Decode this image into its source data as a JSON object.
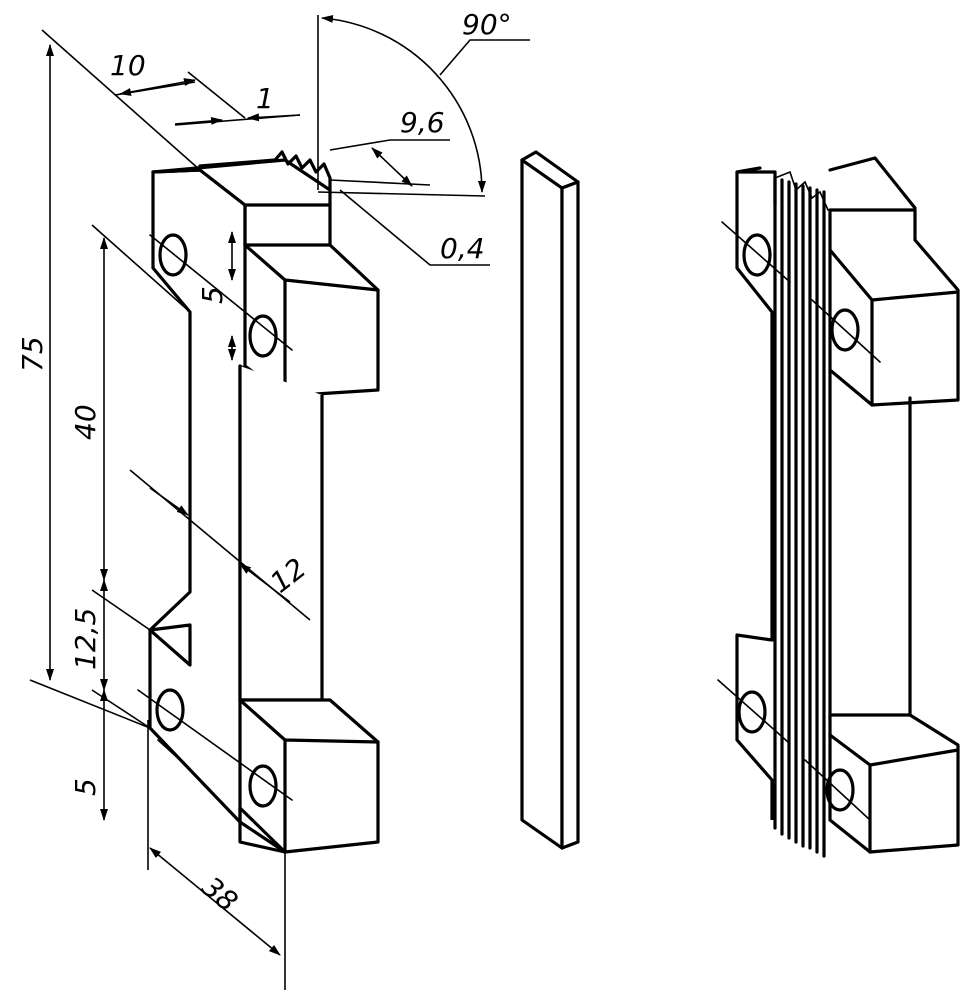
{
  "dimensions": {
    "total_height": "75",
    "inner_height": "40",
    "head_height": "12,5",
    "bottom_offset": "5",
    "hole_offset": "5",
    "thickness": "10",
    "tooth_pitch": "1",
    "tooth_width": "9,6",
    "tooth_gap": "0,4",
    "web_width": "12",
    "width": "38",
    "angle": "90°"
  }
}
